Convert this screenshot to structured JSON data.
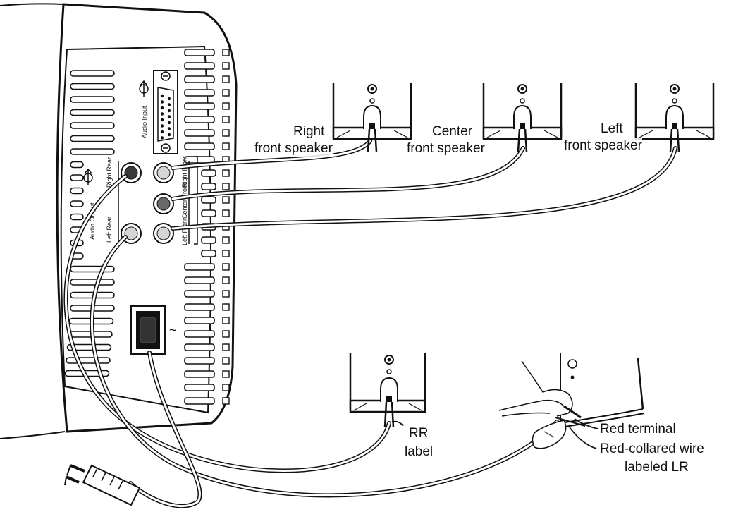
{
  "unit": {
    "audio_input_label": "Audio Input",
    "audio_output_label": "Audio Output",
    "jacks": {
      "right_rear": "Right Rear",
      "left_rear": "Left Rear",
      "right_front": "Right Front",
      "center_front": "Center Front",
      "left_front": "Left Front"
    },
    "power_symbol": "~"
  },
  "speakers": {
    "right_front": [
      "Right",
      "front speaker"
    ],
    "center_front": [
      "Center",
      "front speaker"
    ],
    "left_front": [
      "Left",
      "front speaker"
    ],
    "rear_right": [
      "RR",
      "label"
    ]
  },
  "callouts": {
    "red_terminal": "Red terminal",
    "red_collared_wire": [
      "Red-collared wire",
      "labeled LR"
    ]
  },
  "colors": {
    "line": "#111111",
    "jack_dark": "#3a3a3a",
    "jack_light": "#d6d6d6",
    "cable_fill": "#cfcfcf"
  }
}
